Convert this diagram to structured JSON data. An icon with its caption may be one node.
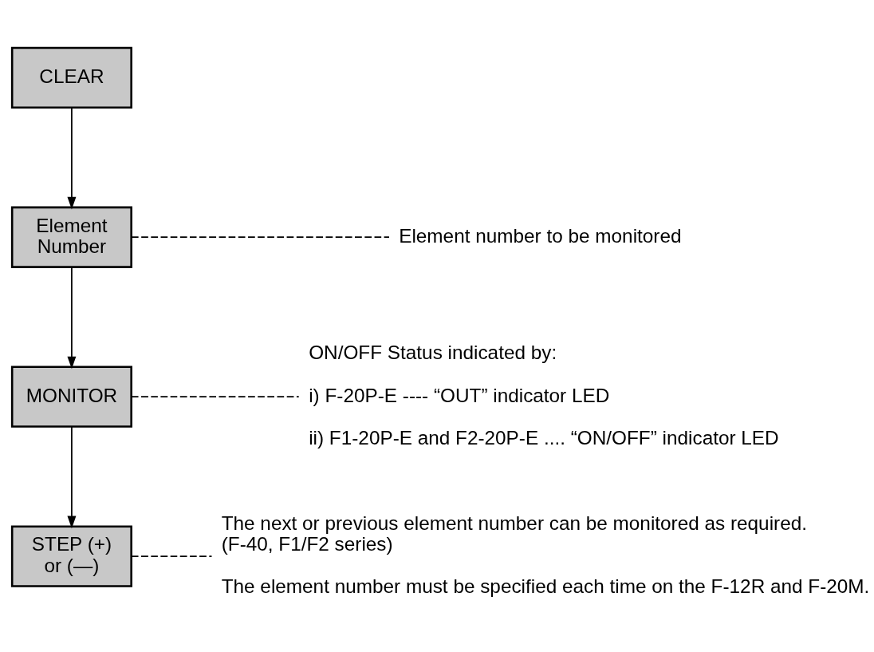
{
  "diagram": {
    "nodes": [
      {
        "text": [
          "CLEAR"
        ]
      },
      {
        "text": [
          "Element Number"
        ]
      },
      {
        "text": [
          "MONITOR"
        ]
      },
      {
        "text": [
          "STEP (+) or (—)"
        ]
      },
      {
        "text": [
          "Element number to be monitored"
        ]
      },
      {
        "text": [
          "ON/OFF Status indicated by:",
          "i) F-20P-E ---- “OUT” indicator LED",
          "ii) F1-20P-E and F2-20P-E .... “ON/OFF” indicator LED"
        ]
      },
      {
        "text": [
          "The next or previous element number can be monitored as required. (F-40, F1/F2 series)",
          "The element number must be specified each time on the F-12R and F-20M."
        ]
      }
    ],
    "edges": [
      {
        "from": 0,
        "to": 1,
        "arrow": "to"
      },
      {
        "from": 1,
        "to": 2,
        "arrow": "to"
      },
      {
        "from": 2,
        "to": 3,
        "arrow": "to"
      },
      {
        "from": 1,
        "to": 4,
        "arrow": "none",
        "style": "dashed"
      },
      {
        "from": 2,
        "to": 5,
        "arrow": "none",
        "style": "dashed"
      },
      {
        "from": 3,
        "to": 6,
        "arrow": "none",
        "style": "dashed"
      }
    ]
  }
}
